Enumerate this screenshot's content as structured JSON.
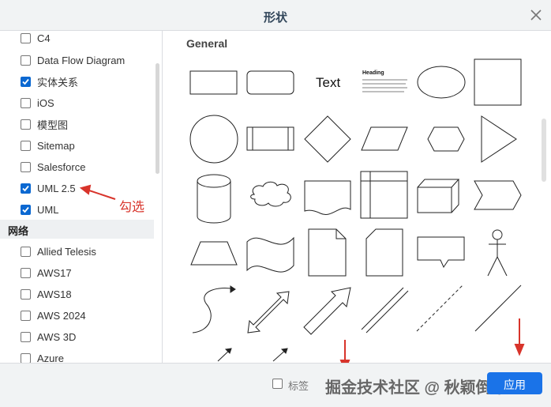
{
  "dialog": {
    "title": "形状"
  },
  "left_list": {
    "items_top": [
      {
        "label": "C4",
        "checked": false
      },
      {
        "label": "Data Flow Diagram",
        "checked": false
      },
      {
        "label": "实体关系",
        "checked": true
      },
      {
        "label": "iOS",
        "checked": false
      },
      {
        "label": "模型图",
        "checked": false
      },
      {
        "label": "Sitemap",
        "checked": false
      },
      {
        "label": "Salesforce",
        "checked": false
      },
      {
        "label": "UML 2.5",
        "checked": true
      },
      {
        "label": "UML",
        "checked": true
      }
    ],
    "section": "网络",
    "items_bottom": [
      {
        "label": "Allied Telesis",
        "checked": false
      },
      {
        "label": "AWS17",
        "checked": false
      },
      {
        "label": "AWS18",
        "checked": false
      },
      {
        "label": "AWS 2024",
        "checked": false
      },
      {
        "label": "AWS 3D",
        "checked": false
      },
      {
        "label": "Azure",
        "checked": false
      }
    ]
  },
  "shapes_panel": {
    "section_title": "General",
    "text_shape": "Text",
    "heading_shape": "Heading"
  },
  "footer": {
    "tags_label": "标签",
    "watermark": "掘金技术社区 @ 秋颖倒不置",
    "button_label": "应用"
  },
  "annotation": {
    "text": "勾选"
  },
  "colors": {
    "accent": "#1a73e8",
    "annotation": "#d8342b"
  }
}
